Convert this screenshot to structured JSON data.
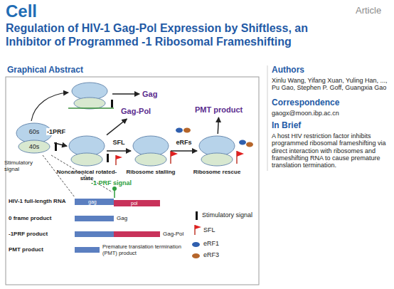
{
  "diagram": {
    "title": "Regulation of HIV-1 Gag-Pol Expression by Shiftless, an Inhibitor of Programmed -1 Ribosomal Frameshifting",
    "nodes": [
      {
        "text": [
          "60s",
          "40s"
        ]
      },
      {
        "text": [
          "Noncanonical rotated-state"
        ]
      },
      {
        "text": [
          "Ribosome stalling"
        ]
      },
      {
        "text": [
          "Ribosome rescue"
        ]
      },
      {
        "text": [
          "Gag-Pol"
        ]
      },
      {
        "text": [
          "PMT product"
        ]
      }
    ],
    "edges": [
      {
        "from": 0,
        "to": 1,
        "label": "-1PRF",
        "arrow": "to"
      },
      {
        "from": 1,
        "to": 2,
        "label": "SFL",
        "arrow": "to"
      },
      {
        "from": 2,
        "to": 3,
        "label": "eRFs",
        "arrow": "to"
      },
      {
        "from": 1,
        "to": 4,
        "arrow": "to"
      },
      {
        "from": 3,
        "to": 5,
        "arrow": "to"
      }
    ],
    "labels": [
      "Cell",
      "Article",
      "Graphical Abstract",
      "Authors",
      "Xinlu Wang, Yifang Xuan, Yuling Han, ..., Pu Gao, Stephen P. Goff, Guangxia Gao",
      "Correspondence",
      "gaogx@moon.ibp.ac.cn",
      "In Brief",
      "A host HIV restriction factor inhibits programmed ribosomal frameshifting via direct interaction with ribosomes and frameshifting RNA to cause premature translation termination.",
      "Gag",
      "Stimulatory signal",
      "-1 PRF signal",
      "HIV-1 full-length RNA",
      "gag",
      "pol",
      "0 frame product",
      "Gag",
      "-1PRF product",
      "Gag-Pol",
      "PMT product",
      "Premature translation termination (PMT) product"
    ],
    "legend": [
      {
        "text": "Stimulatory signal"
      },
      {
        "text": "SFL"
      },
      {
        "text": "eRF1",
        "color": "#2f5fae"
      },
      {
        "text": "eRF3",
        "color": "#b5652a"
      }
    ]
  }
}
